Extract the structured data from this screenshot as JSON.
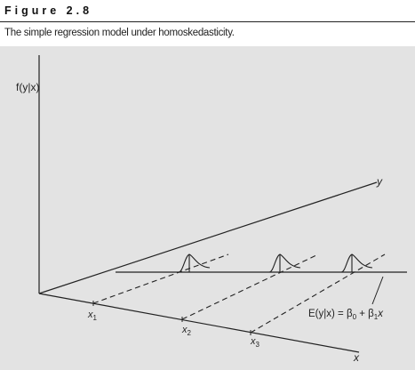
{
  "figure": {
    "title": "Figure 2.8",
    "caption": "The simple regression model under homoskedasticity."
  },
  "diagram": {
    "vertical_axis_label": "f(y|x)",
    "y_axis_label": "y",
    "x_axis_label": "x",
    "points": [
      {
        "base": "x",
        "sub": "1"
      },
      {
        "base": "x",
        "sub": "2"
      },
      {
        "base": "x",
        "sub": "3"
      }
    ],
    "regression_line_label": {
      "lhs": "E(y|x) = ",
      "b0": "β",
      "b0_sub": "0",
      "plus": " + ",
      "b1": "β",
      "b1_sub": "1",
      "var": "x"
    },
    "colors": {
      "panel_background": "#e3e3e3",
      "lines": "#222222"
    }
  }
}
